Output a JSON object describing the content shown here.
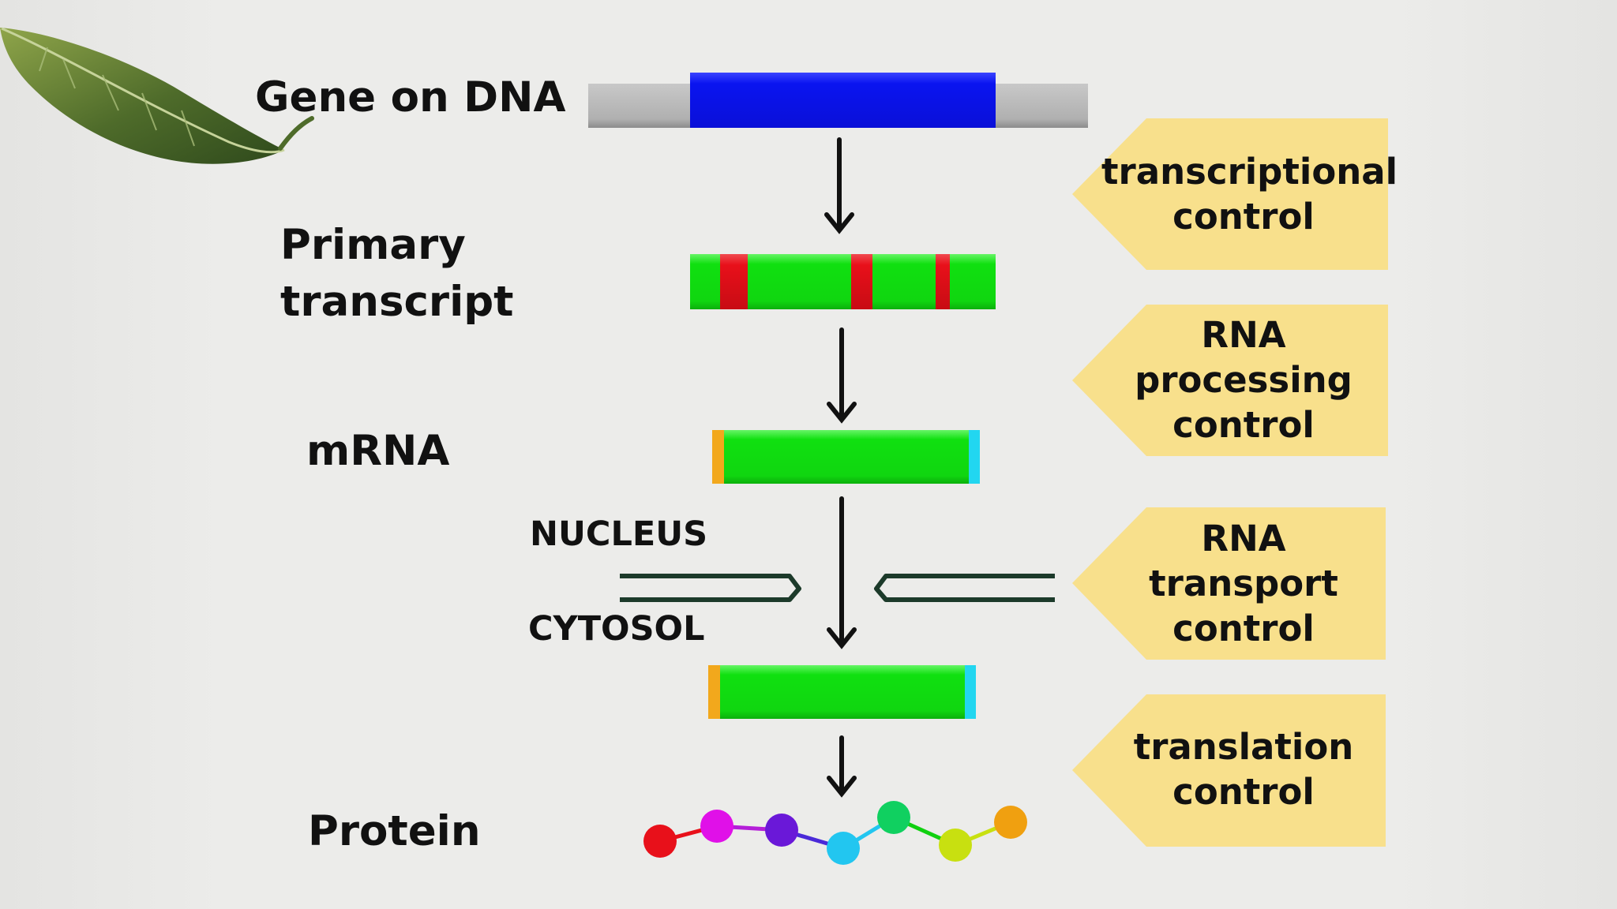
{
  "stages": {
    "gene": "Gene on DNA",
    "primary": "Primary\ntranscript",
    "mrna": "mRNA",
    "protein": "Protein"
  },
  "compartments": {
    "nucleus": "NUCLEUS",
    "cytosol": "CYTOSOL"
  },
  "controls": [
    {
      "text": "transcriptional\ncontrol"
    },
    {
      "text": "RNA\nprocessing\ncontrol"
    },
    {
      "text": "RNA\ntransport\ncontrol"
    },
    {
      "text": "translation\ncontrol"
    }
  ],
  "colors": {
    "dna_flank": "#b4b4b4",
    "gene": "#0a14f0",
    "exon": "#10e010",
    "intron": "#e8101a",
    "cap": "#f2a81c",
    "tail": "#22d6f0",
    "control_box": "#f8e08c",
    "membrane": "#1c3a2a",
    "arrow": "#111111"
  },
  "protein_beads": [
    "red",
    "magenta",
    "purple",
    "cyan",
    "green",
    "yellow-green",
    "orange"
  ],
  "icons": {
    "decoration": "leaf-icon"
  }
}
